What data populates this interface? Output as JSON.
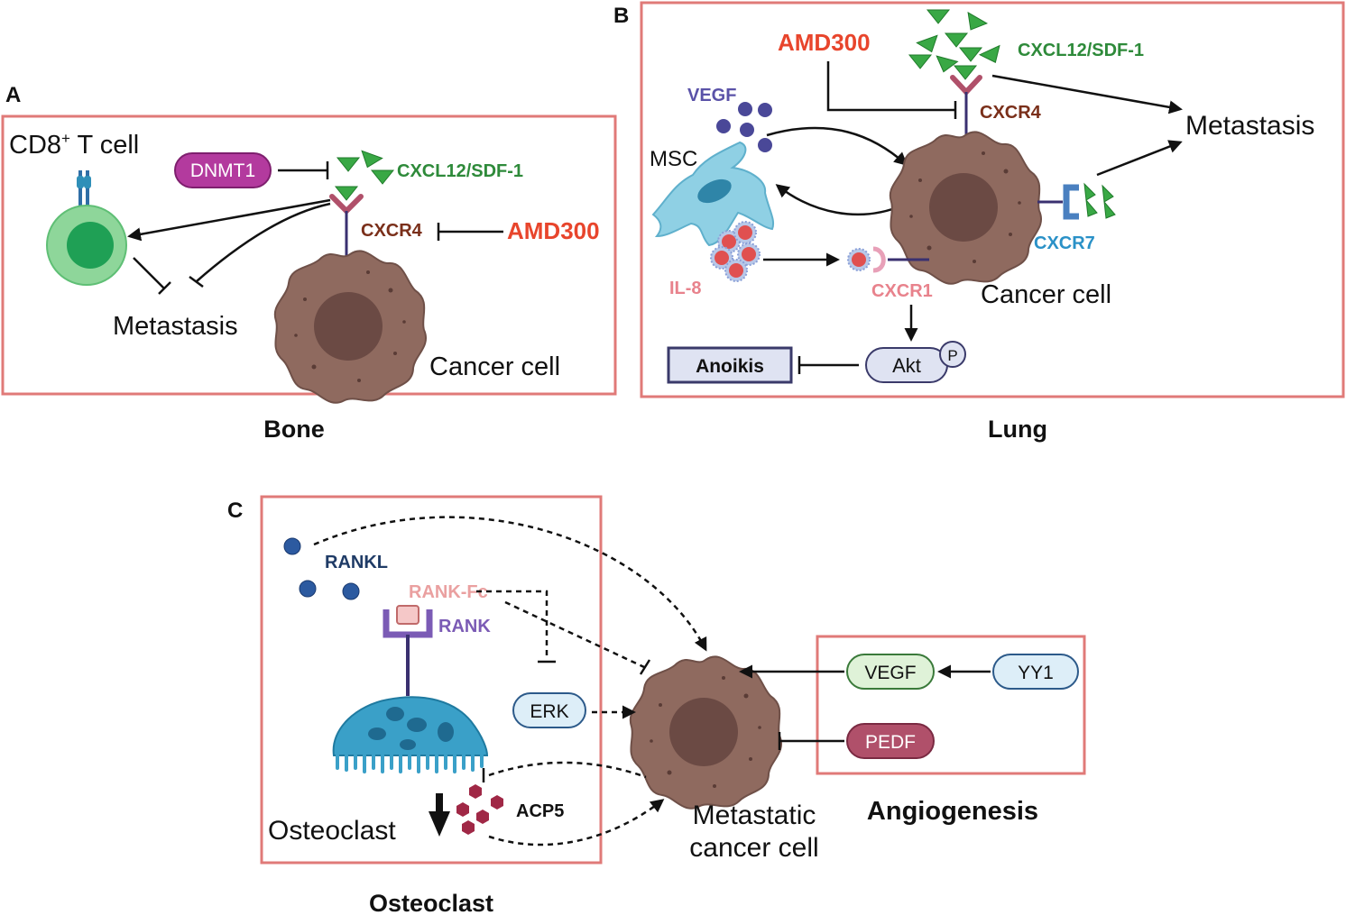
{
  "panels": {
    "a": {
      "letter": "A",
      "caption": "Bone",
      "cd8": "CD8",
      "cd8_sup": "+",
      "cd8_rest": " T cell",
      "dnmt1": "DNMT1",
      "ligand": "CXCL12/SDF-1",
      "receptor": "CXCR4",
      "inhibitor": "AMD300",
      "outcome": "Metastasis",
      "cell": "Cancer cell"
    },
    "b": {
      "letter": "B",
      "caption": "Lung",
      "inhibitor": "AMD300",
      "ligand": "CXCL12/SDF-1",
      "vegf": "VEGF",
      "receptor4": "CXCR4",
      "outcome": "Metastasis",
      "msc": "MSC",
      "receptor7": "CXCR7",
      "il8": "IL-8",
      "receptor1": "CXCR1",
      "cell": "Cancer cell",
      "anoikis": "Anoikis",
      "akt": "Akt",
      "phospho": "P"
    },
    "c": {
      "letter": "C",
      "caption_osteoclast": "Osteoclast",
      "caption_angio": "Angiogenesis",
      "rankl": "RANKL",
      "rankfc": "RANK-Fc",
      "rank": "RANK",
      "erk": "ERK",
      "osteoclast": "Osteoclast",
      "acp5": "ACP5",
      "cell_line1": "Metastatic",
      "cell_line2": "cancer cell",
      "vegf": "VEGF",
      "yy1": "YY1",
      "pedf": "PEDF"
    }
  },
  "colors": {
    "frame": "#e07a78",
    "red_label": "#e8452c",
    "green_label": "#2e8a3a",
    "brown_label": "#7a2f1a",
    "blue_label": "#2a91c7",
    "pink_label": "#e8828c",
    "navy_label": "#1f3b66",
    "purple_label": "#7b5bb5",
    "violet_label": "#5a52a8",
    "cell_body": "#8f6a5f",
    "cell_nucleus": "#6b4a44"
  }
}
